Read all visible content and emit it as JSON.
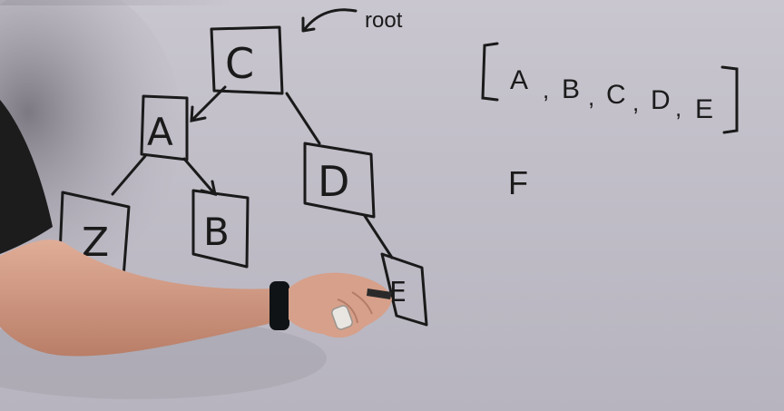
{
  "scene": {
    "description_labels": {
      "root_label": "root"
    },
    "tree": {
      "nodes": {
        "c": "C",
        "a": "A",
        "b": "B",
        "z": "Z",
        "d": "D",
        "e": "E"
      }
    },
    "array": {
      "open_bracket": "[",
      "items": [
        "A",
        "B",
        "C",
        "D",
        "E"
      ],
      "close_bracket": "]"
    },
    "extra_letter": "F"
  },
  "colors": {
    "whiteboard": "#c4c1cb",
    "marker": "#1a1a1a",
    "skin": "#d49b85",
    "sleeve": "#1c1c1c",
    "wristband": "#101315"
  }
}
